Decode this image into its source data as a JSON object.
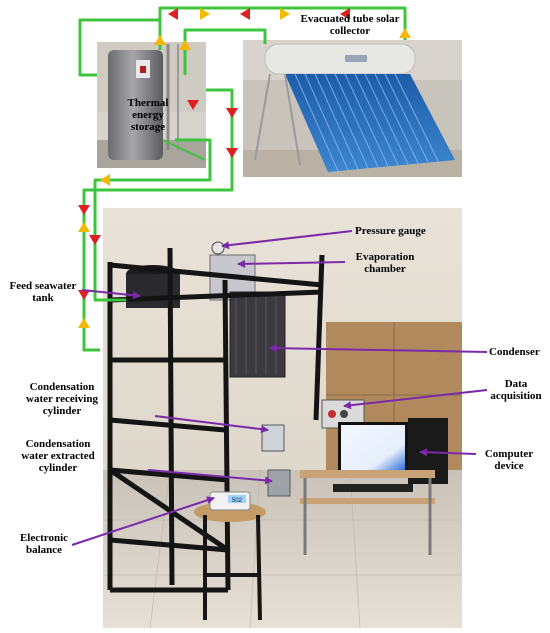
{
  "labels": {
    "collector": "Evacuated tube solar\ncollector",
    "storage": "Thermal\nenergy\nstorage",
    "pressure_gauge": "Pressure gauge",
    "evaporation": "Evaporation\nchamber",
    "feed_tank": "Feed seawater\ntank",
    "condenser": "Condenser",
    "receiving": "Condensation\nwater receiving\ncylinder",
    "data_acq": "Data\nacquisition",
    "extracted": "Condensation\nwater extracted\ncylinder",
    "computer": "Computer\ndevice",
    "balance": "Electronic\nbalance"
  },
  "display": {
    "balance_reading": "502"
  },
  "colors": {
    "hot_arrow": "#e02020",
    "cold_arrow": "#f5b800",
    "pipe": "#3cc43c",
    "leader": "#7a2aa8"
  }
}
